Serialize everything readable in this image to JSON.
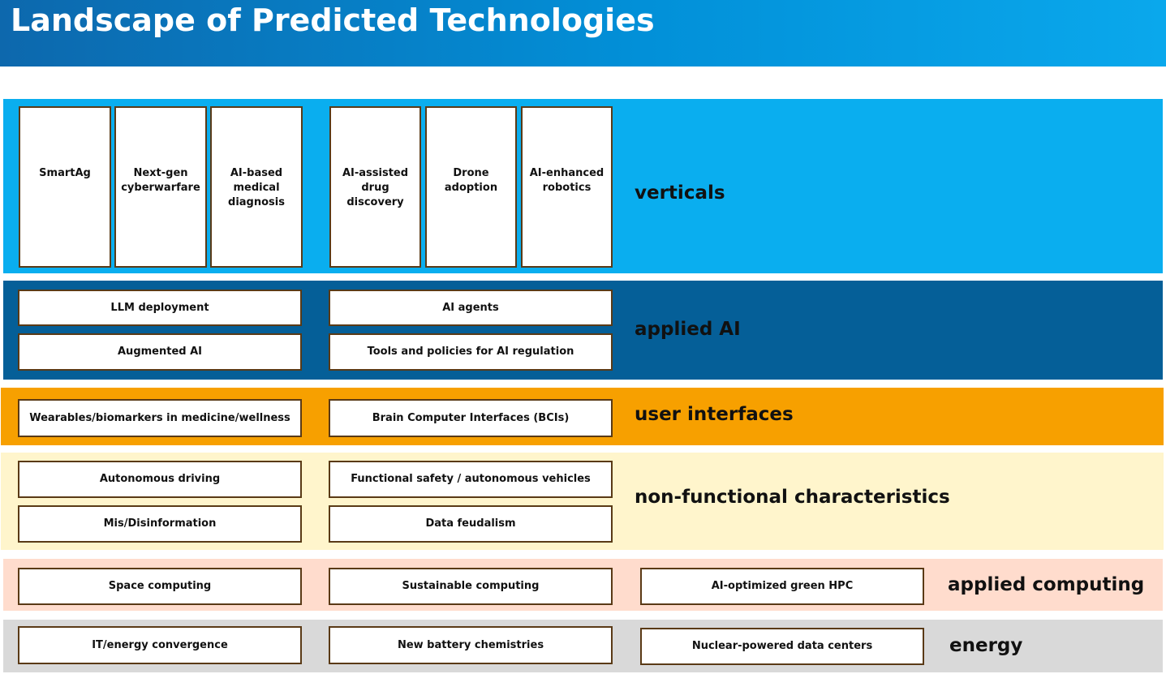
{
  "header": {
    "title": "Landscape of Predicted Technologies"
  },
  "colors": {
    "verticals": "#0aaeef",
    "applied_ai": "#055f98",
    "user_interfaces": "#f7a000",
    "non_functional": "#fff5cc",
    "applied_computing": "#ffdccd",
    "energy": "#d9d9d9",
    "box_border": "#5a3a16"
  },
  "rows": {
    "verticals": {
      "label": "verticals",
      "items": [
        "SmartAg",
        "Next-gen cyberwarfare",
        "AI-based medical diagnosis",
        "AI-assisted drug discovery",
        "Drone adoption",
        "AI-enhanced robotics"
      ]
    },
    "applied_ai": {
      "label": "applied AI",
      "items": [
        "LLM deployment",
        "AI agents",
        "Augmented AI",
        "Tools and policies for AI regulation"
      ]
    },
    "user_interfaces": {
      "label": "user interfaces",
      "items": [
        "Wearables/biomarkers in medicine/wellness",
        "Brain Computer Interfaces (BCIs)"
      ]
    },
    "non_functional": {
      "label": "non-functional characteristics",
      "items": [
        "Autonomous driving",
        "Functional safety / autonomous vehicles",
        "Mis/Disinformation",
        "Data feudalism"
      ]
    },
    "applied_computing": {
      "label": "applied computing",
      "items": [
        "Space computing",
        "Sustainable computing",
        "AI-optimized green HPC"
      ]
    },
    "energy": {
      "label": "energy",
      "items": [
        "IT/energy convergence",
        "New battery chemistries",
        "Nuclear-powered data centers"
      ]
    }
  }
}
